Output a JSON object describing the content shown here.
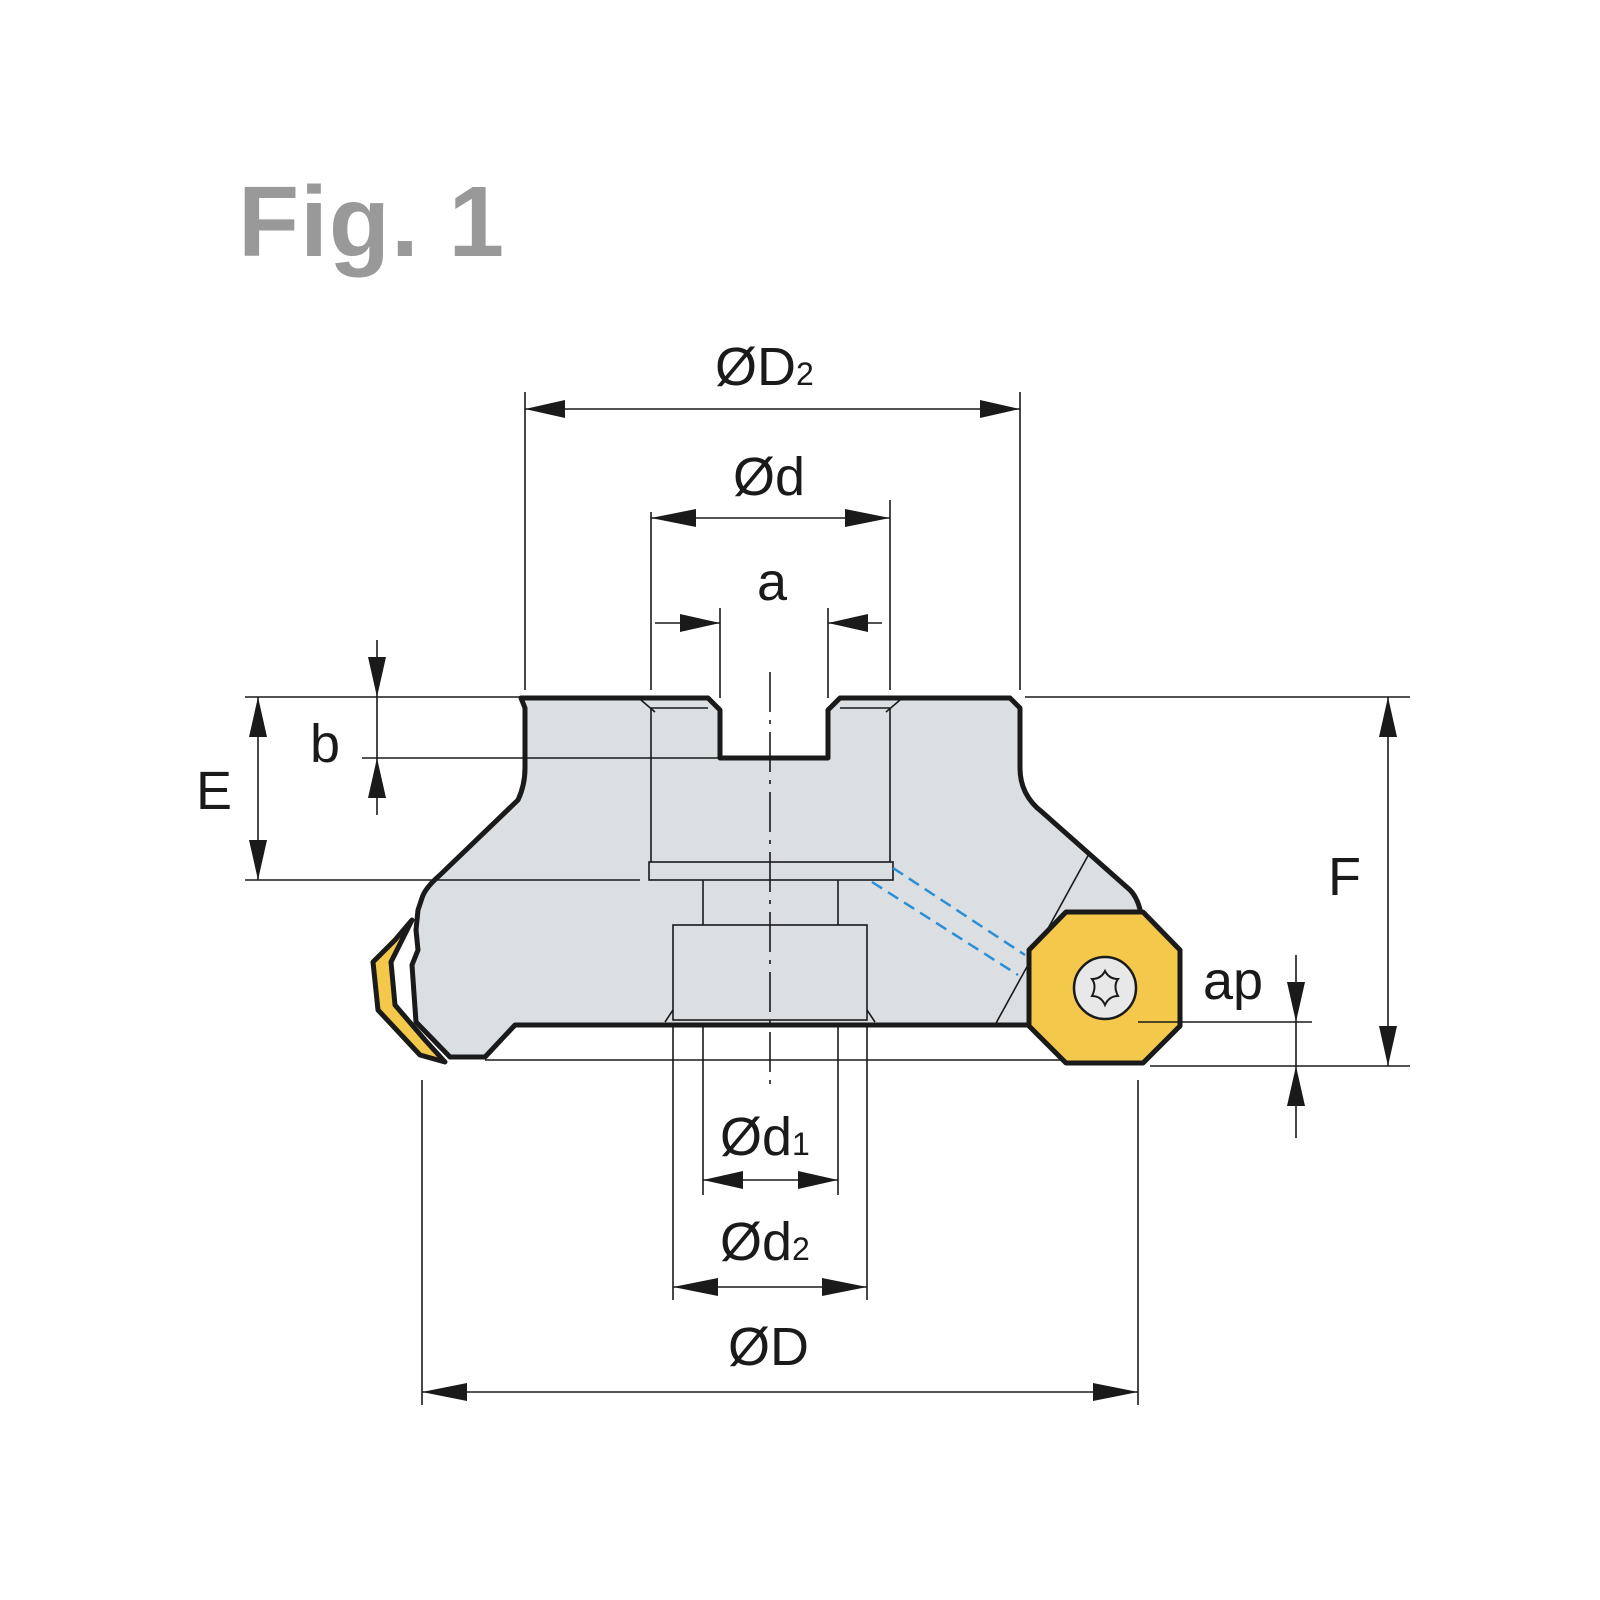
{
  "figure": {
    "title": "Fig. 1"
  },
  "labels": {
    "D2": "ØD",
    "D2_sub": "2",
    "d": "Ød",
    "a": "a",
    "b": "b",
    "E": "E",
    "F": "F",
    "ap": "ap",
    "d1": "Ød",
    "d1_sub": "1",
    "d2": "Ød",
    "d2_sub": "2",
    "D": "ØD"
  },
  "colors": {
    "body": "#dcdfe2",
    "insert": "#f4c84a",
    "coolant": "#2b8fd6",
    "title": "#999999",
    "line": "#1a1a1a"
  }
}
